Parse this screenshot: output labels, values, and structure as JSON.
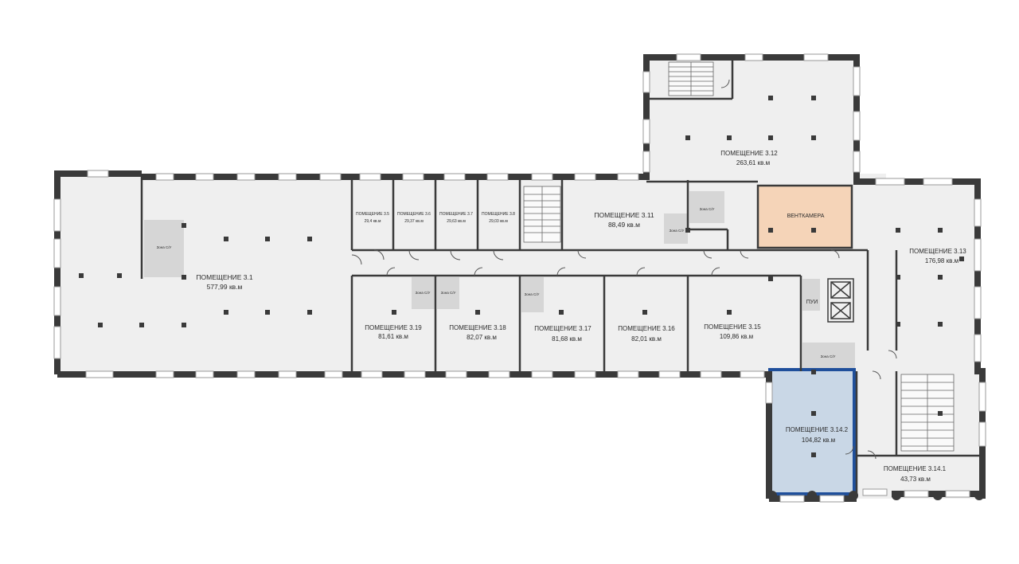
{
  "colors": {
    "wall": "#3a3a3a",
    "floor": "#efefef",
    "selected_fill": "#c9d7e6",
    "selected_border": "#1f4f9b",
    "ventchamber_fill": "#f5d4b8"
  },
  "rooms": {
    "r31": {
      "name": "ПОМЕЩЕНИЕ 3.1",
      "area": "577,99 кв.м"
    },
    "r35": {
      "name": "ПОМЕЩЕНИЕ 3.5",
      "area": "29,4 кв.м"
    },
    "r36": {
      "name": "ПОМЕЩЕНИЕ 3.6",
      "area": "29,37 кв.м"
    },
    "r37": {
      "name": "ПОМЕЩЕНИЕ 3.7",
      "area": "29,63 кв.м"
    },
    "r38": {
      "name": "ПОМЕЩЕНИЕ 3.8",
      "area": "29,03 кв.м"
    },
    "r311": {
      "name": "ПОМЕЩЕНИЕ 3.11",
      "area": "88,49 кв.м"
    },
    "r312": {
      "name": "ПОМЕЩЕНИЕ 3.12",
      "area": "263,61 кв.м"
    },
    "r313": {
      "name": "ПОМЕЩЕНИЕ 3.13",
      "area": "176,98 кв.м"
    },
    "r3141": {
      "name": "ПОМЕЩЕНИЕ 3.14.1",
      "area": "43,73 кв.м"
    },
    "r3142": {
      "name": "ПОМЕЩЕНИЕ 3.14.2",
      "area": "104,82 кв.м"
    },
    "r315": {
      "name": "ПОМЕЩЕНИЕ 3.15",
      "area": "109,86 кв.м"
    },
    "r316": {
      "name": "ПОМЕЩЕНИЕ 3.16",
      "area": "82,01 кв.м"
    },
    "r317": {
      "name": "ПОМЕЩЕНИЕ 3.17",
      "area": "81,68 кв.м"
    },
    "r318": {
      "name": "ПОМЕЩЕНИЕ 3.18",
      "area": "82,07 кв.м"
    },
    "r319": {
      "name": "ПОМЕЩЕНИЕ 3.19",
      "area": "81,61 кв.м"
    }
  },
  "ventchamber": "ВЕНТКАМЕРА",
  "pui": "ПУИ",
  "wc_zone": "Зона С/У"
}
